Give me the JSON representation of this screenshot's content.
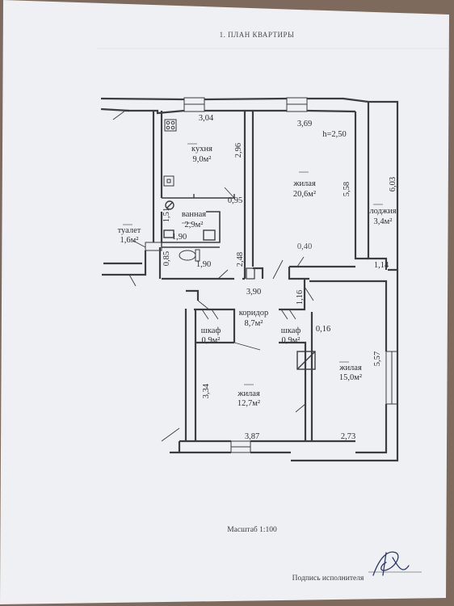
{
  "header": {
    "title": "1. ПЛАН КВАРТИРЫ"
  },
  "rooms": {
    "kitchen": {
      "name": "кухня",
      "area": "9,0м²"
    },
    "living1": {
      "name": "жилая",
      "area": "20,6м²"
    },
    "bathroom": {
      "name": "ванная",
      "area": "2,9м²"
    },
    "toilet": {
      "name": "туалет",
      "area": "1,6м²"
    },
    "loggia": {
      "name": "лоджия",
      "area": "3,4м²"
    },
    "corridor": {
      "name": "коридор",
      "area": "8,7м²"
    },
    "closet1": {
      "name": "шкаф",
      "area": "0,9м²"
    },
    "closet2": {
      "name": "шкаф",
      "area": "0,9м²"
    },
    "living2": {
      "name": "жилая",
      "area": "15,0м²"
    },
    "living3": {
      "name": "жилая",
      "area": "12,7м²"
    }
  },
  "dimensions": {
    "kitchen_width": "3,04",
    "kitchen_depth": "2,96",
    "living1_width": "3,69",
    "ceiling_height": "h=2,50",
    "living1_depth": "5,58",
    "loggia_depth": "6,03",
    "loggia_width": "1,14",
    "bath_door": "0,95",
    "bath_depth": "1,51",
    "bath_width": "1,90",
    "toilet_depth": "0,85",
    "toilet_width": "1,90",
    "corridor_gap": "2,48",
    "wall_offset": "0,40",
    "corridor_width": "3,90",
    "corridor_depth": "1,16",
    "closet_gap": "0,16",
    "living2_depth": "5,57",
    "living3_depth": "3,34",
    "living3_width": "3,87",
    "living2_width": "2,73"
  },
  "footer": {
    "scale": "Масштаб 1:100",
    "signature_label": "Подпись исполнителя"
  }
}
